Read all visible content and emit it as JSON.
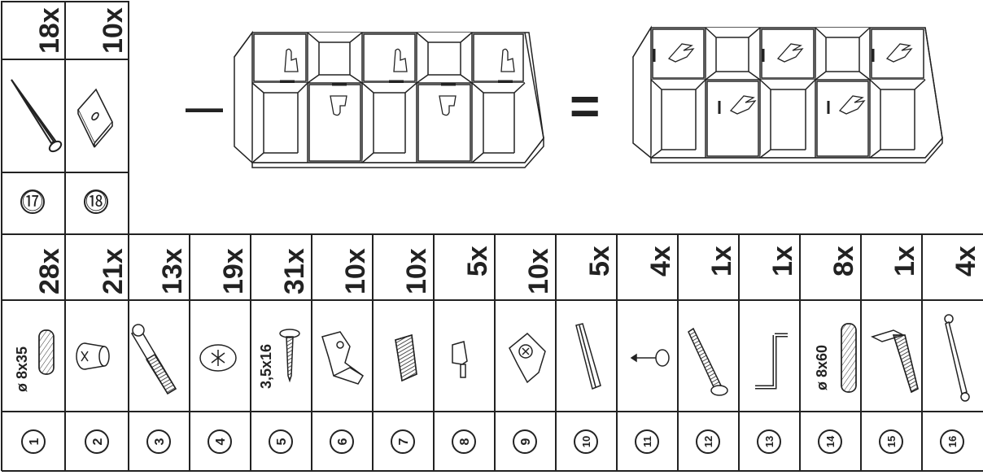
{
  "parts_top": [
    {
      "number": "⑰",
      "quantity": "18x",
      "icon": "nail-icon"
    },
    {
      "number": "⑱",
      "quantity": "10x",
      "icon": "mounting-plate-icon"
    }
  ],
  "parts_bottom": [
    {
      "number": "1",
      "quantity": "28x",
      "icon": "wood-dowel-icon",
      "dimension": "ø 8x35"
    },
    {
      "number": "2",
      "quantity": "21x",
      "icon": "cam-lock-icon"
    },
    {
      "number": "3",
      "quantity": "13x",
      "icon": "cam-bolt-icon"
    },
    {
      "number": "4",
      "quantity": "19x",
      "icon": "cover-cap-icon"
    },
    {
      "number": "5",
      "quantity": "31x",
      "icon": "wood-screw-icon",
      "dimension": "3,5x16"
    },
    {
      "number": "6",
      "quantity": "10x",
      "icon": "hinge-icon"
    },
    {
      "number": "7",
      "quantity": "10x",
      "icon": "hinge-plate-icon"
    },
    {
      "number": "8",
      "quantity": "5x",
      "icon": "shelf-support-icon"
    },
    {
      "number": "9",
      "quantity": "10x",
      "icon": "bracket-screw-icon"
    },
    {
      "number": "10",
      "quantity": "5x",
      "icon": "strip-icon"
    },
    {
      "number": "11",
      "quantity": "4x",
      "icon": "furniture-pad-icon"
    },
    {
      "number": "12",
      "quantity": "1x",
      "icon": "long-screw-icon"
    },
    {
      "number": "13",
      "quantity": "1x",
      "icon": "allen-key-icon"
    },
    {
      "number": "14",
      "quantity": "8x",
      "icon": "large-dowel-icon",
      "dimension": "ø 8x60"
    },
    {
      "number": "15",
      "quantity": "1x",
      "icon": "angle-bracket-icon"
    },
    {
      "number": "16",
      "quantity": "4x",
      "icon": "connector-bolt-icon"
    }
  ],
  "equation": {
    "operator_minus": "—",
    "operator_equals": "="
  }
}
